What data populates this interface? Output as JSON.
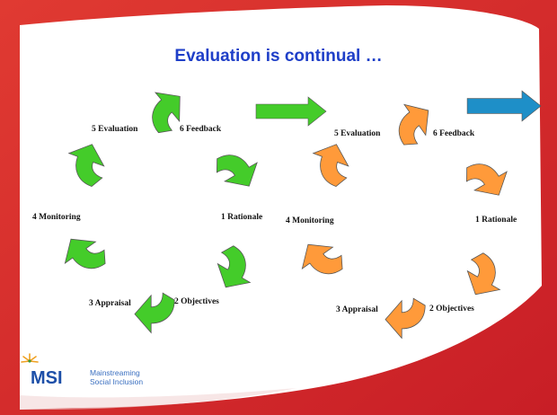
{
  "slide": {
    "title": "Evaluation is continual …"
  },
  "cycle_left": {
    "color": "#44cc2a",
    "labels": {
      "evaluation": "5 Evaluation",
      "feedback": "6 Feedback",
      "rationale": "1 Rationale",
      "objectives": "2 Objectives",
      "appraisal": "3 Appraisal",
      "monitoring": "4 Monitoring"
    }
  },
  "cycle_right": {
    "color": "#ff9a3a",
    "labels": {
      "evaluation": "5 Evaluation",
      "feedback": "6 Feedback",
      "rationale": "1 Rationale",
      "objectives": "2 Objectives",
      "appraisal": "3 Appraisal",
      "monitoring": "4 Monitoring"
    }
  },
  "connector_color": "#44cc2a",
  "next_arrow_color": "#1e8fc8",
  "colors": {
    "title": "#1f3fc8",
    "border": "#d8262e"
  },
  "logo": {
    "mark": "MSI",
    "line1": "Mainstreaming",
    "line2": "Social Inclusion"
  }
}
